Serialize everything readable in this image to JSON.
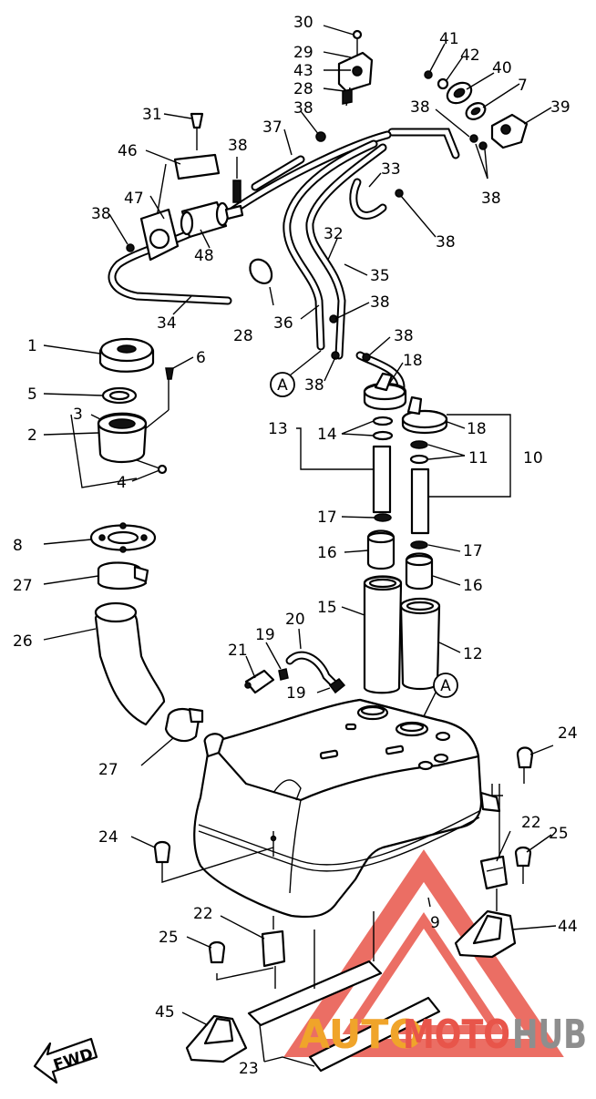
{
  "labels": {
    "n1": "1",
    "n2": "2",
    "n3": "3",
    "n4": "4",
    "n5": "5",
    "n6": "6",
    "n7": "7",
    "n8": "8",
    "n9": "9",
    "n10": "10",
    "n11": "11",
    "n12": "12",
    "n13": "13",
    "n14": "14",
    "n15": "15",
    "n16a": "16",
    "n16b": "16",
    "n17a": "17",
    "n17b": "17",
    "n18a": "18",
    "n18b": "18",
    "n19a": "19",
    "n19b": "19",
    "n20": "20",
    "n21": "21",
    "n22a": "22",
    "n22b": "22",
    "n23": "23",
    "n24a": "24",
    "n24b": "24",
    "n25a": "25",
    "n25b": "25",
    "n26": "26",
    "n27a": "27",
    "n27b": "27",
    "n28a": "28",
    "n28b": "28",
    "n29": "29",
    "n30": "30",
    "n31": "31",
    "n32": "32",
    "n33": "33",
    "n34": "34",
    "n35": "35",
    "n36": "36",
    "n37": "37",
    "n38a": "38",
    "n38b": "38",
    "n38c": "38",
    "n38d": "38",
    "n38e": "38",
    "n38f": "38",
    "n38g": "38",
    "n38h": "38",
    "n38i": "38",
    "n39": "39",
    "n40": "40",
    "n41": "41",
    "n42": "42",
    "n43": "43",
    "n44": "44",
    "n45": "45",
    "n46": "46",
    "n47": "47",
    "n48": "48",
    "refA1": "A",
    "refA2": "A"
  },
  "fwd_label": "FWD",
  "watermark": {
    "part1": "AUTO",
    "part2": "MOTO",
    "part3": "HUB"
  },
  "colors": {
    "watermark_red": "#e8554a",
    "watermark_orange": "#f0a42a",
    "watermark_gray": "#8e8e8e"
  }
}
